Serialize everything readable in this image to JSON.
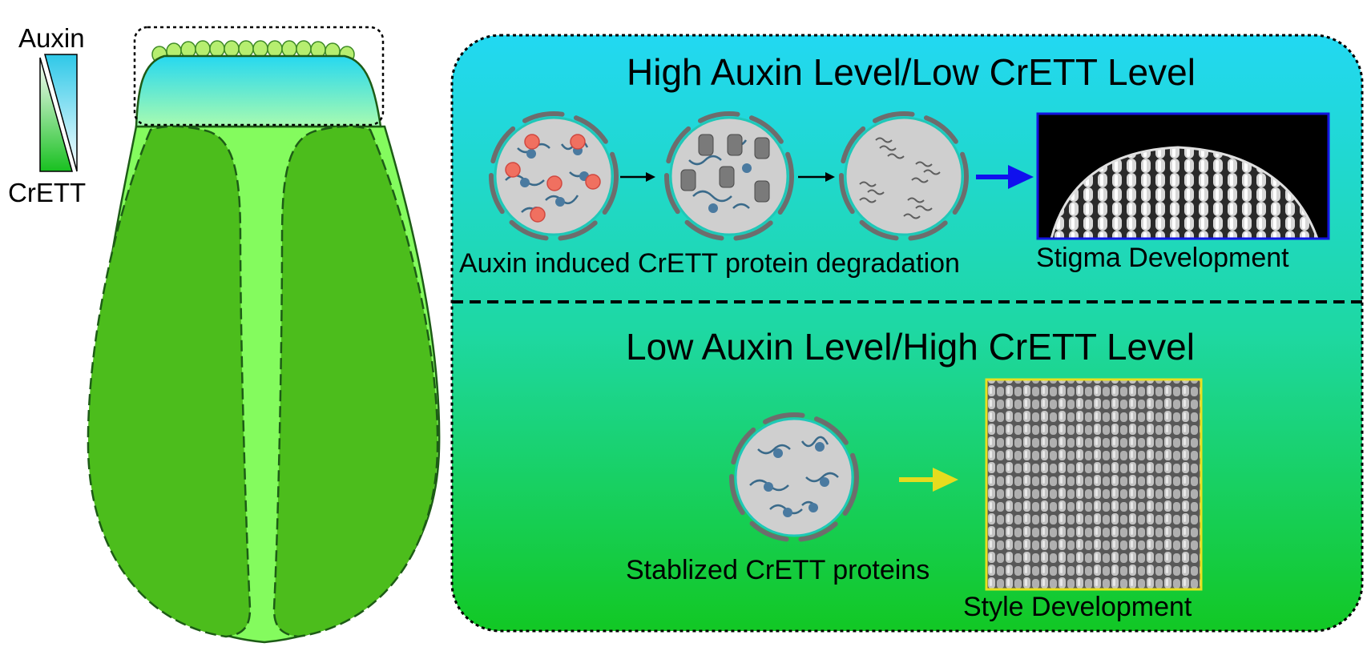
{
  "gradient_legend": {
    "top_label": "Auxin",
    "bottom_label": "CrETT"
  },
  "high_panel": {
    "title": "High Auxin Level/Low CrETT Level",
    "caption_left": "Auxin induced CrETT protein degradation",
    "caption_right": "Stigma Development",
    "arrow_color": "#1010ee",
    "frame_color": "#1414e0"
  },
  "low_panel": {
    "title": "Low Auxin Level/High CrETT Level",
    "caption_left": "Stablized CrETT proteins",
    "caption_right": "Style Development",
    "arrow_color": "#e6dc1e",
    "frame_color": "#e8e020"
  },
  "colors": {
    "panel_top": "#22d8f2",
    "panel_bottom": "#12c824",
    "gynoecium_dark": "#4cbd1c",
    "gynoecium_light": "#84fb5e",
    "outline": "#1d5c16",
    "nucleus_fill": "#cfcfcf",
    "auxin_ball": "#f07060",
    "protein": "#3a6a8a"
  },
  "icons": [
    "nucleus-icon",
    "auxin-ball-icon",
    "arrow-icon",
    "sem-micrograph-icon"
  ]
}
